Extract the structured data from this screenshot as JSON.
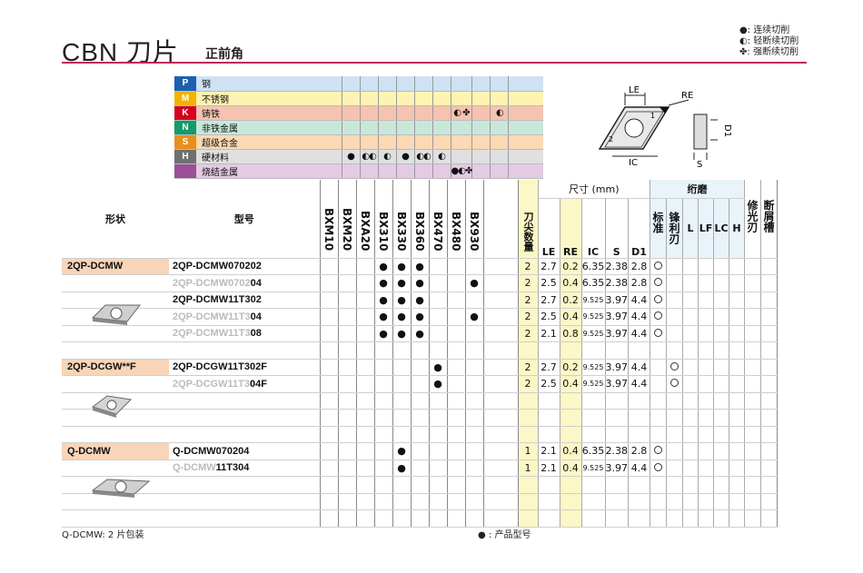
{
  "header": {
    "title": "CBN 刀片",
    "subtitle": "正前角"
  },
  "legend": [
    {
      "symbol": "●",
      "text": ": 连续切削"
    },
    {
      "symbol": "◐",
      "text": ": 轻断续切削"
    },
    {
      "symbol": "✤",
      "text": ": 强断续切削"
    }
  ],
  "materials": [
    {
      "code": "P",
      "name": "钢",
      "color": "#1d5fb0",
      "bg": "#cfe2f3",
      "marks": [
        "",
        "",
        "",
        "",
        "",
        "",
        "",
        "",
        "",
        ""
      ]
    },
    {
      "code": "M",
      "name": "不锈钢",
      "color": "#f2b400",
      "bg": "#fff3b3",
      "marks": [
        "",
        "",
        "",
        "",
        "",
        "",
        "",
        "",
        "",
        ""
      ]
    },
    {
      "code": "K",
      "name": "铸铁",
      "color": "#d6001c",
      "bg": "#f6c3b0",
      "marks": [
        "",
        "",
        "",
        "",
        "",
        "",
        "◐ ✤",
        "",
        "◐",
        ""
      ]
    },
    {
      "code": "N",
      "name": "非铁金属",
      "color": "#149a6b",
      "bg": "#c7e8d9",
      "marks": [
        "",
        "",
        "",
        "",
        "",
        "",
        "",
        "",
        "",
        ""
      ]
    },
    {
      "code": "S",
      "name": "超级合金",
      "color": "#e88f1c",
      "bg": "#fbd9b4",
      "marks": [
        "",
        "",
        "",
        "",
        "",
        "",
        "",
        "",
        "",
        ""
      ]
    },
    {
      "code": "H",
      "name": "硬材料",
      "color": "#707070",
      "bg": "#e0e0e0",
      "marks": [
        "●",
        "◐◐",
        "◐",
        "●",
        "◐◐",
        "◐",
        "",
        "",
        "",
        ""
      ]
    },
    {
      "code": "",
      "name": "烧结金属",
      "color": "#9b4f96",
      "bg": "#e3cbe3",
      "marks": [
        "",
        "",
        "",
        "",
        "",
        "",
        "●◐✤",
        "",
        "",
        ""
      ]
    }
  ],
  "diagram": {
    "le": "LE",
    "re": "RE",
    "d1": "D1",
    "ic": "IC",
    "s": "S"
  },
  "table": {
    "col_shape": "形状",
    "col_model": "型号",
    "grades": [
      "BXM10",
      "BXM20",
      "BXA20",
      "BX310",
      "BX330",
      "BX360",
      "BX470",
      "BX480",
      "BX930"
    ],
    "col_edges": "刀尖数量",
    "dim_group": "尺寸 (mm)",
    "dims": [
      "LE",
      "RE",
      "IC",
      "S",
      "D1"
    ],
    "hone_group": "绗磨",
    "hones": [
      "标准",
      "锋利刃",
      "L",
      "LF",
      "LC",
      "H"
    ],
    "col_wiper": "修光刃",
    "col_chipbreaker": "断屑槽"
  },
  "groups": [
    {
      "name": "2QP-DCMW",
      "rows": [
        {
          "model_dim": "",
          "model": "2QP-DCMW070202",
          "grades": [
            "",
            "",
            "",
            "●",
            "●",
            "●",
            "",
            "",
            ""
          ],
          "edges": "2",
          "le": "2.7",
          "re": "0.2",
          "ic": "6.35",
          "s": "2.38",
          "d1": "2.8",
          "std": true,
          "sharp": false
        },
        {
          "model_dim": "2QP-DCMW0702",
          "model": "04",
          "grades": [
            "",
            "",
            "",
            "●",
            "●",
            "●",
            "",
            "",
            "●"
          ],
          "edges": "2",
          "le": "2.5",
          "re": "0.4",
          "ic": "6.35",
          "s": "2.38",
          "d1": "2.8",
          "std": true,
          "sharp": false
        },
        {
          "model_dim": "",
          "model": "2QP-DCMW11T302",
          "grades": [
            "",
            "",
            "",
            "●",
            "●",
            "●",
            "",
            "",
            ""
          ],
          "edges": "2",
          "le": "2.7",
          "re": "0.2",
          "ic": "9.525",
          "s": "3.97",
          "d1": "4.4",
          "std": true,
          "sharp": false
        },
        {
          "model_dim": "2QP-DCMW11T3",
          "model": "04",
          "grades": [
            "",
            "",
            "",
            "●",
            "●",
            "●",
            "",
            "",
            "●"
          ],
          "edges": "2",
          "le": "2.5",
          "re": "0.4",
          "ic": "9.525",
          "s": "3.97",
          "d1": "4.4",
          "std": true,
          "sharp": false
        },
        {
          "model_dim": "2QP-DCMW11T3",
          "model": "08",
          "grades": [
            "",
            "",
            "",
            "●",
            "●",
            "●",
            "",
            "",
            ""
          ],
          "edges": "2",
          "le": "2.1",
          "re": "0.8",
          "ic": "9.525",
          "s": "3.97",
          "d1": "4.4",
          "std": true,
          "sharp": false
        }
      ]
    },
    {
      "name": "2QP-DCGW**F",
      "rows": [
        {
          "model_dim": "",
          "model": "2QP-DCGW11T302F",
          "grades": [
            "",
            "",
            "",
            "",
            "",
            "",
            "●",
            "",
            ""
          ],
          "edges": "2",
          "le": "2.7",
          "re": "0.2",
          "ic": "9.525",
          "s": "3.97",
          "d1": "4.4",
          "std": false,
          "sharp": true
        },
        {
          "model_dim": "2QP-DCGW11T3",
          "model": "04F",
          "grades": [
            "",
            "",
            "",
            "",
            "",
            "",
            "●",
            "",
            ""
          ],
          "edges": "2",
          "le": "2.5",
          "re": "0.4",
          "ic": "9.525",
          "s": "3.97",
          "d1": "4.4",
          "std": false,
          "sharp": true
        }
      ]
    },
    {
      "name": "Q-DCMW",
      "rows": [
        {
          "model_dim": "",
          "model": "Q-DCMW070204",
          "grades": [
            "",
            "",
            "",
            "",
            "●",
            "",
            "",
            "",
            ""
          ],
          "edges": "1",
          "le": "2.1",
          "re": "0.4",
          "ic": "6.35",
          "s": "2.38",
          "d1": "2.8",
          "std": true,
          "sharp": false
        },
        {
          "model_dim": "Q-DCMW",
          "model": "11T304",
          "grades": [
            "",
            "",
            "",
            "",
            "●",
            "",
            "",
            "",
            ""
          ],
          "edges": "1",
          "le": "2.1",
          "re": "0.4",
          "ic": "9.525",
          "s": "3.97",
          "d1": "4.4",
          "std": true,
          "sharp": false
        }
      ]
    }
  ],
  "footer": {
    "left": "Q-DCMW: 2 片包装",
    "right": "● : 产品型号"
  }
}
